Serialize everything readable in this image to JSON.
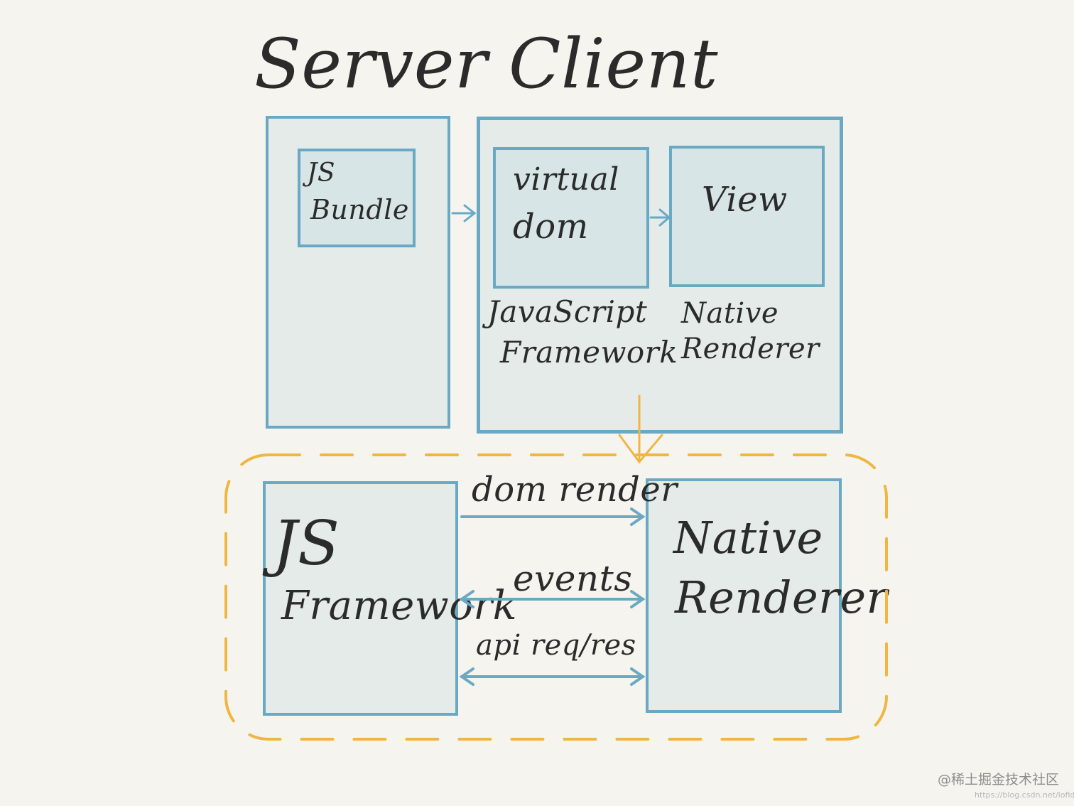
{
  "headers": {
    "server": "Server",
    "client": "Client"
  },
  "server": {
    "bundle_line1": "JS",
    "bundle_line2": "Bundle"
  },
  "client": {
    "vdom_line1": "virtual",
    "vdom_line2": "dom",
    "view": "View",
    "js_framework_line1": "JavaScript",
    "js_framework_line2": "Framework",
    "native_renderer_line1": "Native",
    "native_renderer_line2": "Renderer"
  },
  "bottom": {
    "js_line1": "JS",
    "js_line2": "Framework",
    "native_line1": "Native",
    "native_line2": "Renderer",
    "dom_render": "dom render",
    "events": "events",
    "api": "api req/res"
  },
  "watermark": {
    "brand": "@稀土掘金技术社区",
    "url": "https://blog.csdn.net/lofid..."
  },
  "colors": {
    "box_border": "#6aa9c4",
    "box_fill": "#e4ebe9",
    "inner_fill": "#d7e5e7",
    "dashed_group": "#f0b642",
    "arrow": "#6aa9c4",
    "background": "#f6f4ef"
  }
}
